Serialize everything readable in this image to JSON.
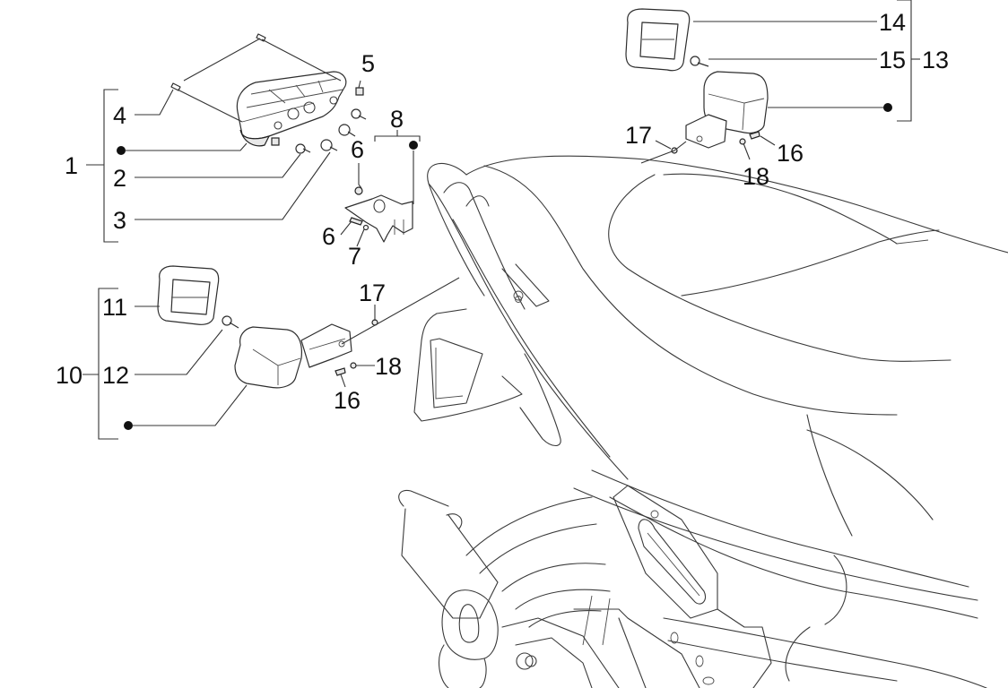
{
  "diagram": {
    "title": "Tail light and turn signal assembly exploded view",
    "callouts": [
      {
        "id": "c1",
        "label": "1",
        "part": "tail-light-assembly"
      },
      {
        "id": "c2",
        "label": "2",
        "part": "tail-bulb-small"
      },
      {
        "id": "c3",
        "label": "3",
        "part": "tail-bulb-large"
      },
      {
        "id": "c4",
        "label": "4",
        "part": "tail-light-screw"
      },
      {
        "id": "c5",
        "label": "5",
        "part": "clip-nut"
      },
      {
        "id": "c6a",
        "label": "6",
        "part": "bracket-screw-upper"
      },
      {
        "id": "c6b",
        "label": "6",
        "part": "bracket-screw-lower"
      },
      {
        "id": "c7",
        "label": "7",
        "part": "washer"
      },
      {
        "id": "c8",
        "label": "8",
        "part": "bracket-kit"
      },
      {
        "id": "c10",
        "label": "10",
        "part": "left-turn-signal-assembly"
      },
      {
        "id": "c11",
        "label": "11",
        "part": "left-turn-signal-lens"
      },
      {
        "id": "c12",
        "label": "12",
        "part": "left-turn-signal-bulb"
      },
      {
        "id": "c13",
        "label": "13",
        "part": "right-turn-signal-assembly"
      },
      {
        "id": "c14",
        "label": "14",
        "part": "right-turn-signal-lens"
      },
      {
        "id": "c15",
        "label": "15",
        "part": "right-turn-signal-bulb"
      },
      {
        "id": "c16a",
        "label": "16",
        "part": "turn-signal-screw-right"
      },
      {
        "id": "c16b",
        "label": "16",
        "part": "turn-signal-screw-left"
      },
      {
        "id": "c17a",
        "label": "17",
        "part": "turn-signal-nut-right"
      },
      {
        "id": "c17b",
        "label": "17",
        "part": "turn-signal-nut-left"
      },
      {
        "id": "c18a",
        "label": "18",
        "part": "turn-signal-washer-right"
      },
      {
        "id": "c18b",
        "label": "18",
        "part": "turn-signal-washer-left"
      }
    ],
    "colors": {
      "line": "#3a3a3a",
      "text": "#111111",
      "background": "#ffffff"
    }
  }
}
